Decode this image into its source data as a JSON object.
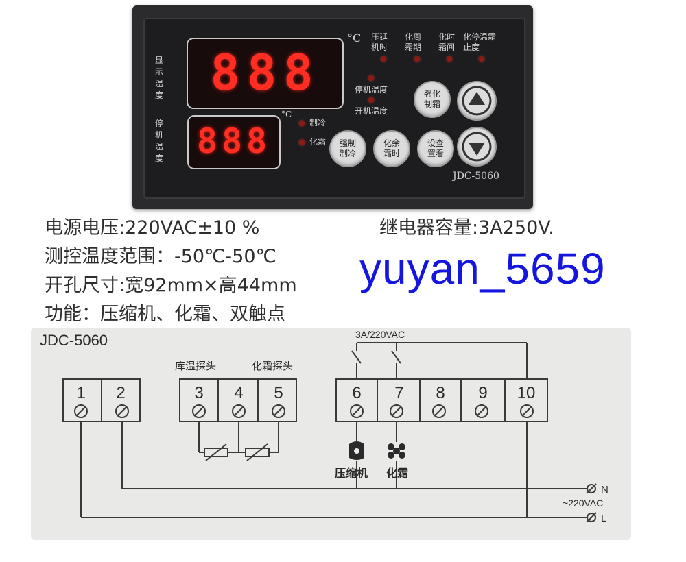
{
  "controller": {
    "left_display_label": "显示温度",
    "left_display_digits": "888",
    "right_display_label": "停机温度",
    "right_display_digits": "888",
    "unit_top": "°C",
    "unit_bottom": "°C",
    "top_indicators": [
      "压延机时",
      "化周霜期",
      "化时霜间",
      "化停温霜止度"
    ],
    "stop_temp_label": "停机温度",
    "start_temp_label": "开机温度",
    "cool_led_label": "制冷",
    "defrost_led_label": "化霜",
    "buttons": {
      "force_defrost": "强化制霜",
      "force_cool": "强制制冷",
      "remaining_defrost": "化余霜时",
      "settings_view": "设查置看"
    },
    "model": "JDC-5060"
  },
  "specs": {
    "voltage": "电源电压:220VAC±10 %",
    "relay": "继电器容量:3A250V.",
    "range": "测控温度范围：-50℃-50℃",
    "cutout": "开孔尺寸:宽92mm×高44mm",
    "function": "功能：压缩机、化霜、双触点"
  },
  "watermark": "yuyan_5659",
  "diagram": {
    "title": "JDC-5060",
    "probe_room": "库温探头",
    "probe_defrost": "化霜探头",
    "relay_rating": "3A/220VAC",
    "terminals": [
      "1",
      "2",
      "3",
      "4",
      "5",
      "6",
      "7",
      "8",
      "9",
      "10"
    ],
    "compressor": "压缩机",
    "defrost": "化霜",
    "n_label": "N",
    "l_label": "L",
    "supply": "~220VAC"
  }
}
